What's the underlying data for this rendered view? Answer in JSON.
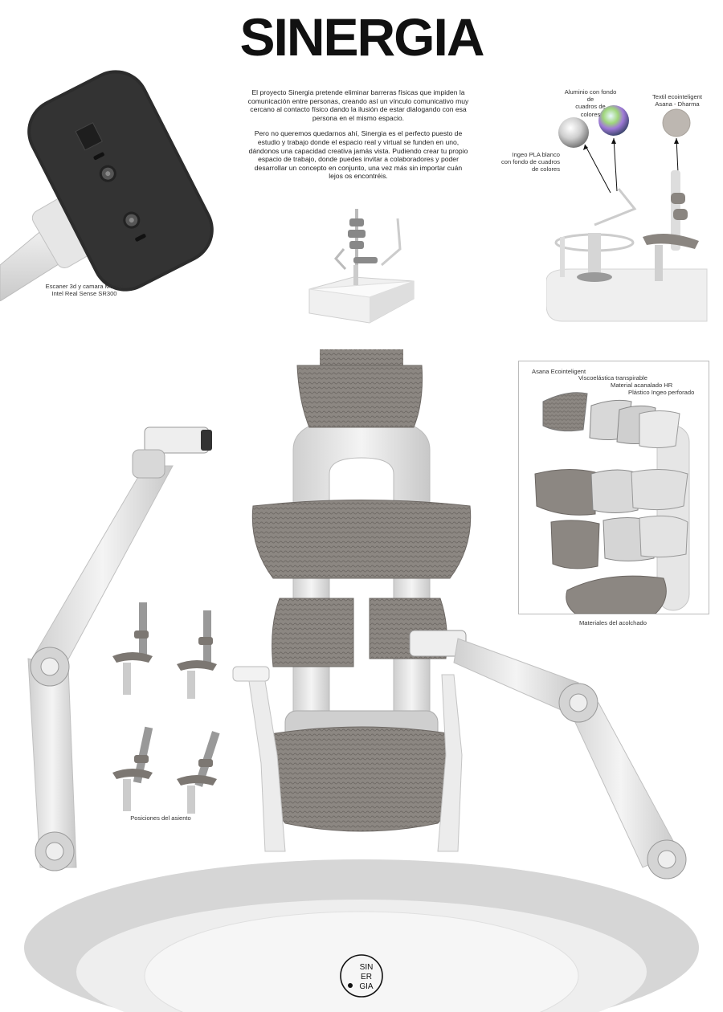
{
  "title": "SINERGIA",
  "intro": {
    "p1": "El proyecto Sinergia pretende eliminar barreras físicas que impiden la comunicación entre personas, creando así un vínculo comunicativo muy cercano al contacto físico dando la ilusión de estar dialogando con esa persona en el mismo espacio.",
    "p2": "Pero no queremos quedarnos ahí, Sinergia es el perfecto puesto de estudio y trabajo donde el espacio real y virtual se funden en uno, dándonos una capacidad creativa jamás vista. Pudiendo crear tu propio espacio de trabajo, donde puedes invitar a colaboradores y poder desarrollar un concepto en conjunto, una vez más sin importar cuán lejos os encontréis."
  },
  "captions": {
    "scanner": [
      "Escaner 3d y camara Mocap",
      "Intel Real Sense SR300"
    ],
    "aluminio": [
      "Aluminio con fondo de",
      "cuadros de",
      "colores"
    ],
    "textil": [
      "Textil ecointeligent",
      "Asana - Dharma"
    ],
    "ingeo": [
      "Ingeo PLA blanco",
      "con fondo de cuadros",
      "de colores"
    ],
    "positions": "Posiciones del asiento",
    "padding_title": "Materiales del acolchado"
  },
  "materials": [
    "Asana Ecointeligent",
    "Viscoelástica transpirable",
    "Material acanalado HR",
    "Plástico Ingeo perforado"
  ],
  "logo": {
    "l1": "SIN",
    "l2": "ER",
    "l3": "GIA"
  }
}
